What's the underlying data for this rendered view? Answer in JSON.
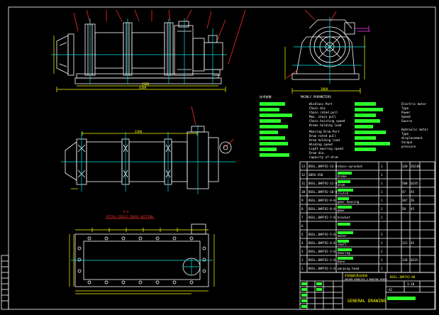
{
  "params_header": {
    "cn": "技术参数",
    "en": "MAINLY PARAMETERS"
  },
  "params_left": [
    "Windlass Part",
    "Chain dia",
    "Chain rated pull",
    "Max. chain pull",
    "Chain hoisting speed",
    "Brake holding load",
    "Mooring Drum Part",
    "Drum rated pull",
    "Drum holding load",
    "Winding speed",
    "Light mooring speed",
    "Drum dia.",
    "Capacity of drum"
  ],
  "params_right": [
    "Electric motor",
    "Type",
    "Power",
    "Speed",
    "Source",
    "Hydraulic motor",
    "Type",
    "displacement",
    "torque",
    "pressure"
  ],
  "section_label": "A-A",
  "section_caption": "PITCH CIRCLE CROSS SECTION",
  "bom_rows": [
    {
      "no": "13",
      "code": "BSSL.JW97V2-13-0",
      "name": "chain-sprocket",
      "qty": "1",
      "weight": "320",
      "mat": "ZG230"
    },
    {
      "no": "12",
      "code": "GB5A-250",
      "name": "brake",
      "qty": "1",
      "weight": "",
      "mat": ""
    },
    {
      "no": "11",
      "code": "BSSL.JW97V2-11-0",
      "name": "drum",
      "qty": "1",
      "weight": "560",
      "mat": "Q235"
    },
    {
      "no": "10",
      "code": "BSSL.JW97V2-10-0",
      "name": "clutch",
      "qty": "1",
      "weight": "47",
      "mat": "45"
    },
    {
      "no": "9",
      "code": "BSSL.JW97V2-9-0",
      "name": "gear housing",
      "qty": "1",
      "weight": "367",
      "mat": "ZG"
    },
    {
      "no": "8",
      "code": "BSSL.JW97V2-8-0",
      "name": "gear",
      "qty": "1",
      "weight": "58",
      "mat": "45"
    },
    {
      "no": "7",
      "code": "BSSL.JW97V2-7-0",
      "name": "bracket",
      "qty": "1",
      "weight": "",
      "mat": ""
    },
    {
      "no": "6",
      "code": "",
      "name": "",
      "qty": "",
      "weight": "",
      "mat": ""
    },
    {
      "no": "5",
      "code": "BSSL.JW97V2-5-0",
      "name": "motor",
      "qty": "1",
      "weight": "",
      "mat": ""
    },
    {
      "no": "4",
      "code": "BSSL.JW97V2-4-0",
      "name": "shaft",
      "qty": "1",
      "weight": "112",
      "mat": "45"
    },
    {
      "no": "3",
      "code": "BSSL.JW97V2-3-0",
      "name": "bearing",
      "qty": "2",
      "weight": "",
      "mat": ""
    },
    {
      "no": "2",
      "code": "BSSL.JW97V2-2-0",
      "name": "base",
      "qty": "1",
      "weight": "128",
      "mat": "Q235"
    },
    {
      "no": "1",
      "code": "BSSL.JW97V2-1-0",
      "name": "warping head",
      "qty": "1",
      "weight": "",
      "mat": ""
    }
  ],
  "title_block": {
    "title_cn": "450锚机系泊绞车",
    "title_en": "ANCHOR WINDLASS & MOORING WINCH",
    "drawing_no": "BSSL.JW97V2-00",
    "drawing_type": "GENERAL DRAWING",
    "scale": "1:10",
    "sheet": "A2"
  },
  "colors": {
    "background": "#000000",
    "outline": "#ffffff",
    "centerline": "#00e5e5",
    "leader": "#ff2a2a",
    "dimension": "#ffff00",
    "fill_text": "#2cff2c"
  }
}
